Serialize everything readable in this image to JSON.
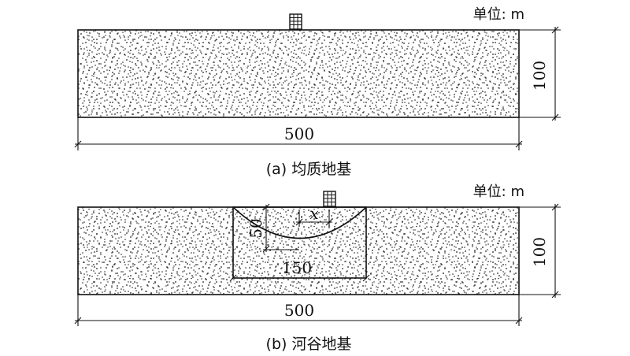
{
  "panel_a": {
    "unit_label": "单位: m",
    "width_label": "500",
    "height_label": "100",
    "caption": "(a) 均质地基"
  },
  "panel_b": {
    "unit_label": "单位: m",
    "width_label": "500",
    "height_label": "100",
    "valley_width_label": "150",
    "valley_depth_label": "50",
    "offset_label": "x",
    "caption": "(b) 河谷地基"
  },
  "colors": {
    "ink": "#111111",
    "fill": "#ffffff"
  }
}
